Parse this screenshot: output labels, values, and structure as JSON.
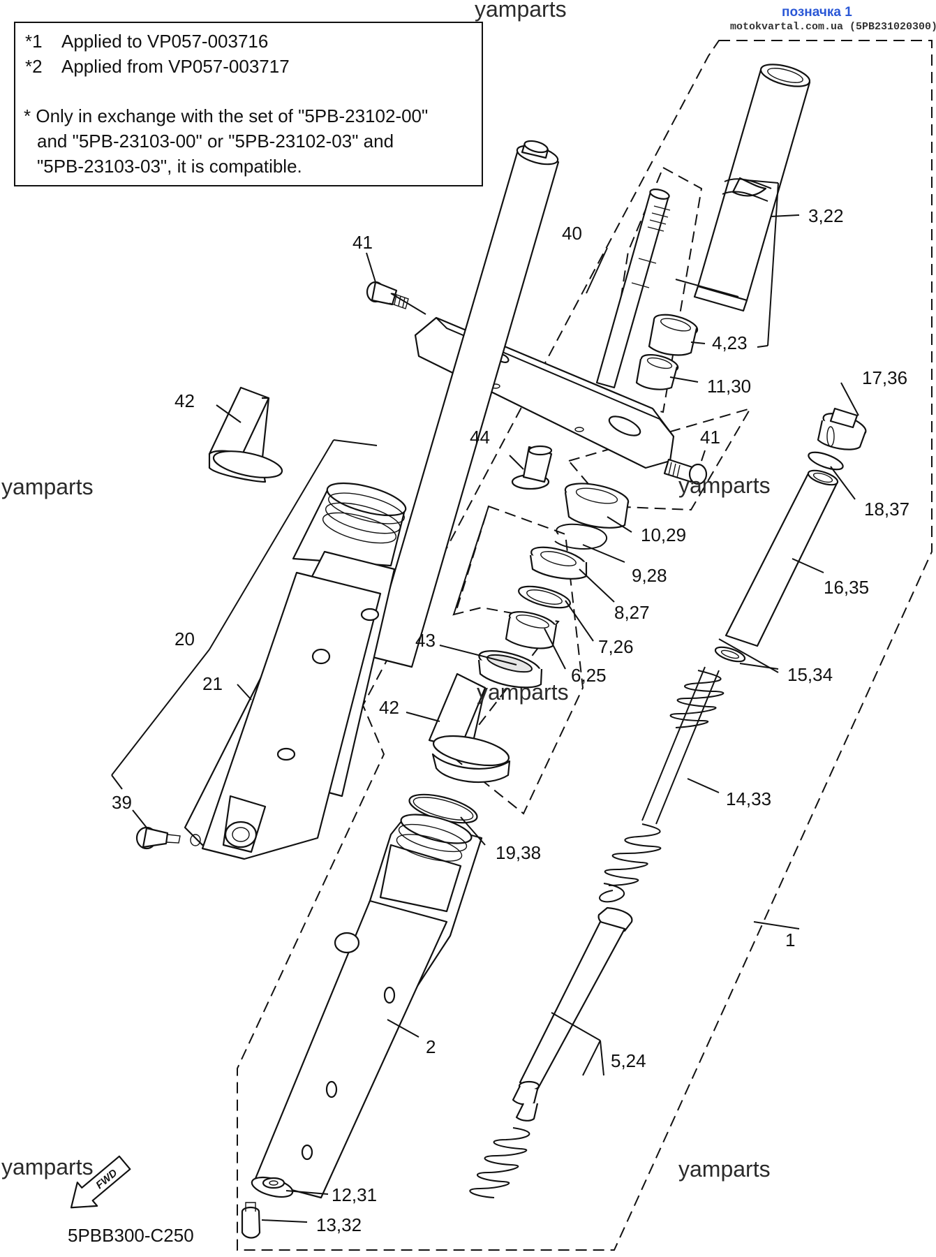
{
  "header": {
    "tag": "позначка 1",
    "site": "motokvartal.com.ua (5PB231020300)"
  },
  "notes": {
    "line1_mark": "*1",
    "line1_text": "Applied to VP057-003716",
    "line2_mark": "*2",
    "line2_text": "Applied from VP057-003717",
    "line3": "* Only in exchange with the set of \"5PB-23102-00\"",
    "line4": "and \"5PB-23103-00\" or \"5PB-23102-03\" and",
    "line5": "\"5PB-23103-03\", it is compatible."
  },
  "watermark": "yamparts",
  "diagram_code": "5PBB300-C250",
  "fwd_label": "FWD",
  "callouts": {
    "c1": "1",
    "c2": "2",
    "c3": "3,22",
    "c4": "4,23",
    "c5": "5,24",
    "c6": "6,25",
    "c7": "7,26",
    "c8": "8,27",
    "c9": "9,28",
    "c10": "10,29",
    "c11": "11,30",
    "c12": "12,31",
    "c13": "13,32",
    "c14": "14,33",
    "c15": "15,34",
    "c16": "16,35",
    "c17": "17,36",
    "c18": "18,37",
    "c19": "19,38",
    "c20": "20",
    "c21": "21",
    "c39": "39",
    "c40": "40",
    "c41a": "41",
    "c41b": "41",
    "c42a": "42",
    "c42b": "42",
    "c43": "43",
    "c44": "44"
  }
}
